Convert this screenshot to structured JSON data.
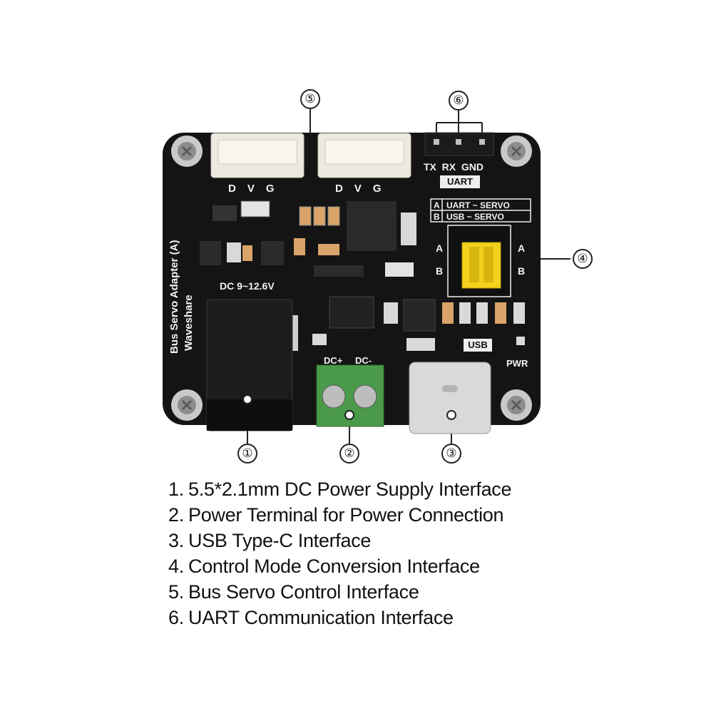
{
  "board": {
    "name_line1": "Bus Servo Adapter (A)",
    "name_line2": "Waveshare",
    "power_input_label": "DC 9~12.6V",
    "servo_pins_left": [
      "D",
      "V",
      "G"
    ],
    "servo_pins_right": [
      "D",
      "V",
      "G"
    ],
    "uart_pins": [
      "TX",
      "RX",
      "GND"
    ],
    "uart_label": "UART",
    "mode_a": {
      "letter": "A",
      "text": "UART ~ SERVO"
    },
    "mode_b": {
      "letter": "B",
      "text": "USB ~ SERVO"
    },
    "jumper_a": "A",
    "jumper_b": "B",
    "usb_label": "USB",
    "pwr_label": "PWR",
    "terminal_plus": "DC+",
    "terminal_minus": "DC-"
  },
  "callouts": [
    "①",
    "②",
    "③",
    "④",
    "⑤",
    "⑥"
  ],
  "legend": [
    {
      "num": "1.",
      "text": "5.5*2.1mm DC Power Supply Interface"
    },
    {
      "num": "2.",
      "text": "Power Terminal for Power Connection"
    },
    {
      "num": "3.",
      "text": "USB Type-C Interface"
    },
    {
      "num": "4.",
      "text": "Control Mode Conversion Interface"
    },
    {
      "num": "5.",
      "text": "Bus Servo Control Interface"
    },
    {
      "num": "6.",
      "text": "UART Communication Interface"
    }
  ],
  "colors": {
    "pcb": "#141414",
    "connector": "#eee9e0",
    "jumper": "#f2d21b",
    "terminal": "#4a9a4a",
    "usb": "#d9d9d9"
  }
}
